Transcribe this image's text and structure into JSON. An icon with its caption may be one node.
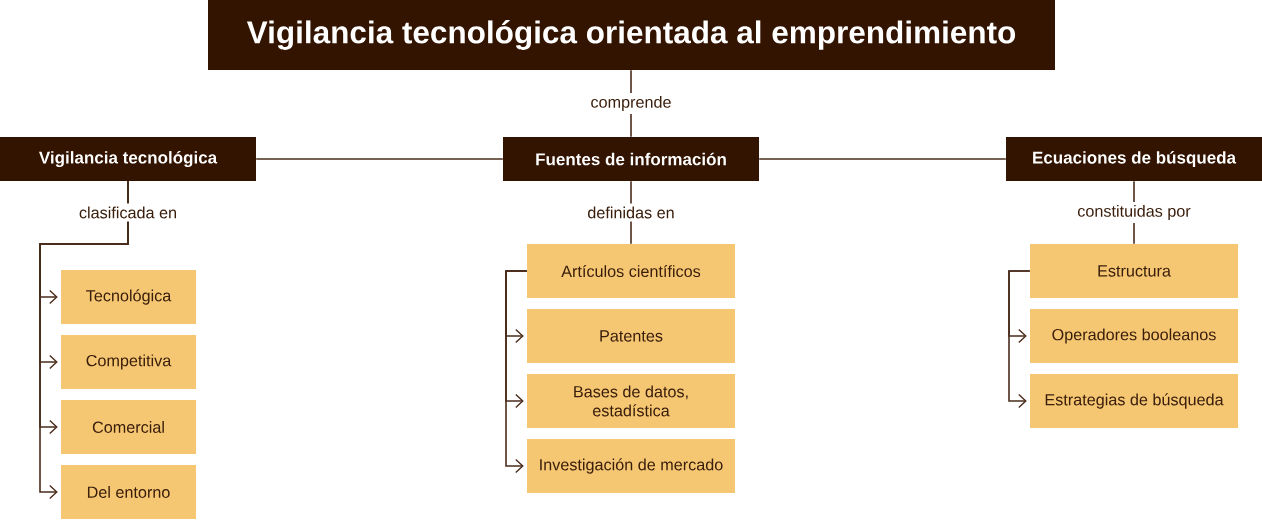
{
  "diagram": {
    "nodes": [
      {
        "text": [
          "Vigilancia tecnológica orientada al emprendimiento"
        ]
      },
      {
        "text": [
          "Vigilancia tecnológica"
        ]
      },
      {
        "text": [
          "Fuentes de información"
        ]
      },
      {
        "text": [
          "Ecuaciones de búsqueda"
        ]
      },
      {
        "text": [
          "Tecnológica"
        ]
      },
      {
        "text": [
          "Competitiva"
        ]
      },
      {
        "text": [
          "Comercial"
        ]
      },
      {
        "text": [
          "Del entorno"
        ]
      },
      {
        "text": [
          "Artículos científicos"
        ]
      },
      {
        "text": [
          "Patentes"
        ]
      },
      {
        "text": [
          "Bases de datos, estadística"
        ]
      },
      {
        "text": [
          "Investigación de mercado"
        ]
      },
      {
        "text": [
          "Estructura"
        ]
      },
      {
        "text": [
          "Operadores booleanos"
        ]
      },
      {
        "text": [
          "Estrategias de búsqueda"
        ]
      }
    ],
    "edges": [
      {
        "from": 0,
        "to": 2,
        "arrow": "none",
        "label": "comprende"
      },
      {
        "from": 2,
        "to": 1,
        "arrow": "none"
      },
      {
        "from": 2,
        "to": 3,
        "arrow": "none"
      },
      {
        "from": 1,
        "to": 4,
        "arrow": "to",
        "label": "clasificada en"
      },
      {
        "from": 1,
        "to": 5,
        "arrow": "to"
      },
      {
        "from": 1,
        "to": 6,
        "arrow": "to"
      },
      {
        "from": 1,
        "to": 7,
        "arrow": "to"
      },
      {
        "from": 2,
        "to": 8,
        "arrow": "none",
        "label": "definidas en"
      },
      {
        "from": 8,
        "to": 9,
        "arrow": "to"
      },
      {
        "from": 8,
        "to": 10,
        "arrow": "to"
      },
      {
        "from": 8,
        "to": 11,
        "arrow": "to"
      },
      {
        "from": 3,
        "to": 12,
        "arrow": "none",
        "label": "constituidas por"
      },
      {
        "from": 12,
        "to": 13,
        "arrow": "to"
      },
      {
        "from": 12,
        "to": 14,
        "arrow": "to"
      }
    ]
  }
}
